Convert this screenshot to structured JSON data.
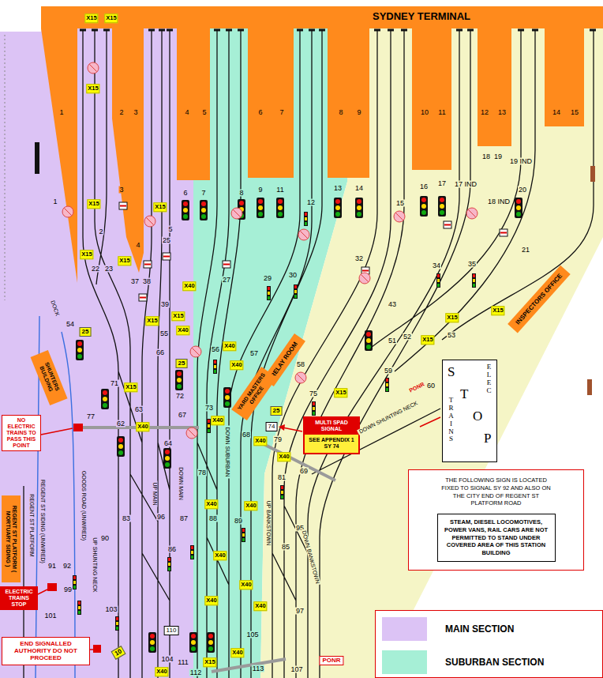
{
  "diagram": {
    "nodes": [
      {
        "text": [
          "SYDNEY TERMINAL"
        ]
      },
      {
        "text": [
          "INSPECTORS OFFICE"
        ]
      },
      {
        "text": [
          "RELAY ROOM"
        ]
      },
      {
        "text": [
          "YARD MASTERS OFFICE"
        ]
      },
      {
        "text": [
          "SHUNTERS BUILDING"
        ]
      },
      {
        "text": [
          "REGENT ST PLATFORM ( MORTUARY SIDING )"
        ]
      },
      {
        "text": [
          "NO ELECTRIC TRAINS TO PASS THIS POINT"
        ]
      },
      {
        "text": [
          "ELECTRIC TRAINS STOP"
        ]
      },
      {
        "text": [
          "END SIGNALLED AUTHORITY DO NOT PROCEED"
        ]
      },
      {
        "text": [
          "MULTI SPAD SIGNAL",
          "SEE APPENDIX 1 SY 74"
        ]
      },
      {
        "text": [
          "S",
          "T",
          "O",
          "P",
          "ELEC",
          "TRAINS"
        ]
      },
      {
        "text": [
          "THE FOLLOWING SIGN IS LOCATED FIXED TO SIGNAL SY 92 AND ALSO ON THE CITY END OF REGENT ST PLATFORM ROAD"
        ]
      },
      {
        "text": [
          "STEAM, DIESEL LOCOMOTIVES, POWER VANS, RAIL CARS ARE NOT PERMITTED TO STAND UNDER COVERED AREA OF THIS STATION BUILDING"
        ],
        "in": 11
      }
    ],
    "labels": [
      "1",
      "2",
      "3",
      "4",
      "5",
      "6",
      "7",
      "8",
      "9",
      "10",
      "11",
      "12",
      "13",
      "14",
      "15",
      "1",
      "2",
      "3",
      "4",
      "5",
      "6",
      "7",
      "8",
      "9",
      "11",
      "12",
      "13",
      "14",
      "15",
      "16",
      "17",
      "17 IND",
      "18",
      "19",
      "19 IND",
      "18 IND",
      "20",
      "21",
      "22",
      "23",
      "25",
      "27",
      "29",
      "30",
      "32",
      "34",
      "35",
      "37",
      "38",
      "39",
      "43",
      "51",
      "52",
      "53",
      "54",
      "55",
      "56",
      "57",
      "58",
      "59",
      "60",
      "62",
      "63",
      "64",
      "66",
      "67",
      "68",
      "69",
      "71",
      "72",
      "73",
      "74",
      "75",
      "77",
      "78",
      "79",
      "81",
      "83",
      "85",
      "86",
      "87",
      "88",
      "89",
      "90",
      "91",
      "92",
      "95",
      "96",
      "97",
      "99",
      "101",
      "103",
      "104",
      "105",
      "107",
      "110",
      "111",
      "112",
      "113",
      "X15",
      "X15",
      "X15",
      "X15",
      "X15",
      "X15",
      "X15",
      "X15",
      "X15",
      "X15",
      "X15",
      "X15",
      "X15",
      "X15",
      "X15",
      "X40",
      "X40",
      "X40",
      "X40",
      "X40",
      "X40",
      "X40",
      "X40",
      "X40",
      "X40",
      "X40",
      "X40",
      "X40",
      "X40",
      "X40",
      "X40",
      "25",
      "25",
      "25",
      "10",
      "GOODS ROAD (UNWIRED)",
      "REGENT ST SIDING (UNWIRED)",
      "REGENT ST PLATFORM",
      "DOCK",
      "UP SHUNTING NECK",
      "UP MAIN",
      "DOWN MAIN",
      "DOWN SUBURBAN",
      "UP BANKSTOWN",
      "DOWN BANKSTOWN",
      "DOWN SHUNTING NECK",
      "PONR",
      "PONR"
    ],
    "legend": [
      {
        "text": "MAIN SECTION",
        "color": "#dcc3f5"
      },
      {
        "text": "SUBURBAN SECTION",
        "color": "#a6efd6"
      }
    ]
  }
}
